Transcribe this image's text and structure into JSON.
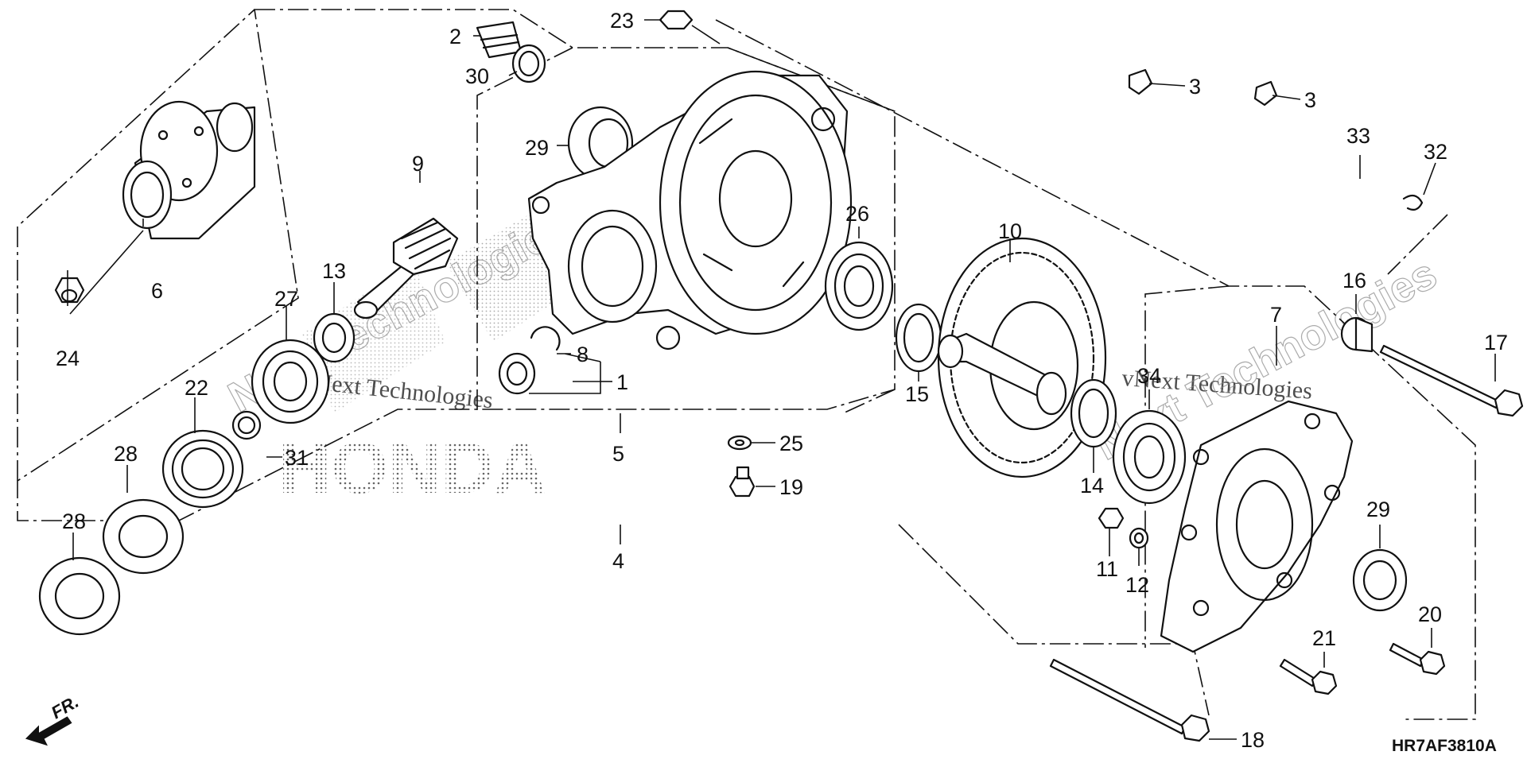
{
  "diagram_code": "HR7AF3810A",
  "front_indicator": "FR.",
  "watermark": {
    "brand": "HONDA",
    "text": "Next Technologies",
    "text_alt": "vNext Technologies",
    "prefix": "v"
  },
  "callouts": [
    {
      "id": "c1",
      "label": "1"
    },
    {
      "id": "c2",
      "label": "2"
    },
    {
      "id": "c3a",
      "label": "3"
    },
    {
      "id": "c3b",
      "label": "3"
    },
    {
      "id": "c4",
      "label": "4"
    },
    {
      "id": "c5",
      "label": "5"
    },
    {
      "id": "c6",
      "label": "6"
    },
    {
      "id": "c7",
      "label": "7"
    },
    {
      "id": "c8",
      "label": "8"
    },
    {
      "id": "c9",
      "label": "9"
    },
    {
      "id": "c10",
      "label": "10"
    },
    {
      "id": "c11",
      "label": "11"
    },
    {
      "id": "c12",
      "label": "12"
    },
    {
      "id": "c13",
      "label": "13"
    },
    {
      "id": "c14",
      "label": "14"
    },
    {
      "id": "c15",
      "label": "15"
    },
    {
      "id": "c16",
      "label": "16"
    },
    {
      "id": "c17",
      "label": "17"
    },
    {
      "id": "c18",
      "label": "18"
    },
    {
      "id": "c19",
      "label": "19"
    },
    {
      "id": "c20",
      "label": "20"
    },
    {
      "id": "c21",
      "label": "21"
    },
    {
      "id": "c22",
      "label": "22"
    },
    {
      "id": "c23",
      "label": "23"
    },
    {
      "id": "c24",
      "label": "24"
    },
    {
      "id": "c25",
      "label": "25"
    },
    {
      "id": "c26",
      "label": "26"
    },
    {
      "id": "c27",
      "label": "27"
    },
    {
      "id": "c28a",
      "label": "28"
    },
    {
      "id": "c28b",
      "label": "28"
    },
    {
      "id": "c29a",
      "label": "29"
    },
    {
      "id": "c29b",
      "label": "29"
    },
    {
      "id": "c30",
      "label": "30"
    },
    {
      "id": "c31",
      "label": "31"
    },
    {
      "id": "c32",
      "label": "32"
    },
    {
      "id": "c33",
      "label": "33"
    },
    {
      "id": "c34",
      "label": "34"
    }
  ]
}
